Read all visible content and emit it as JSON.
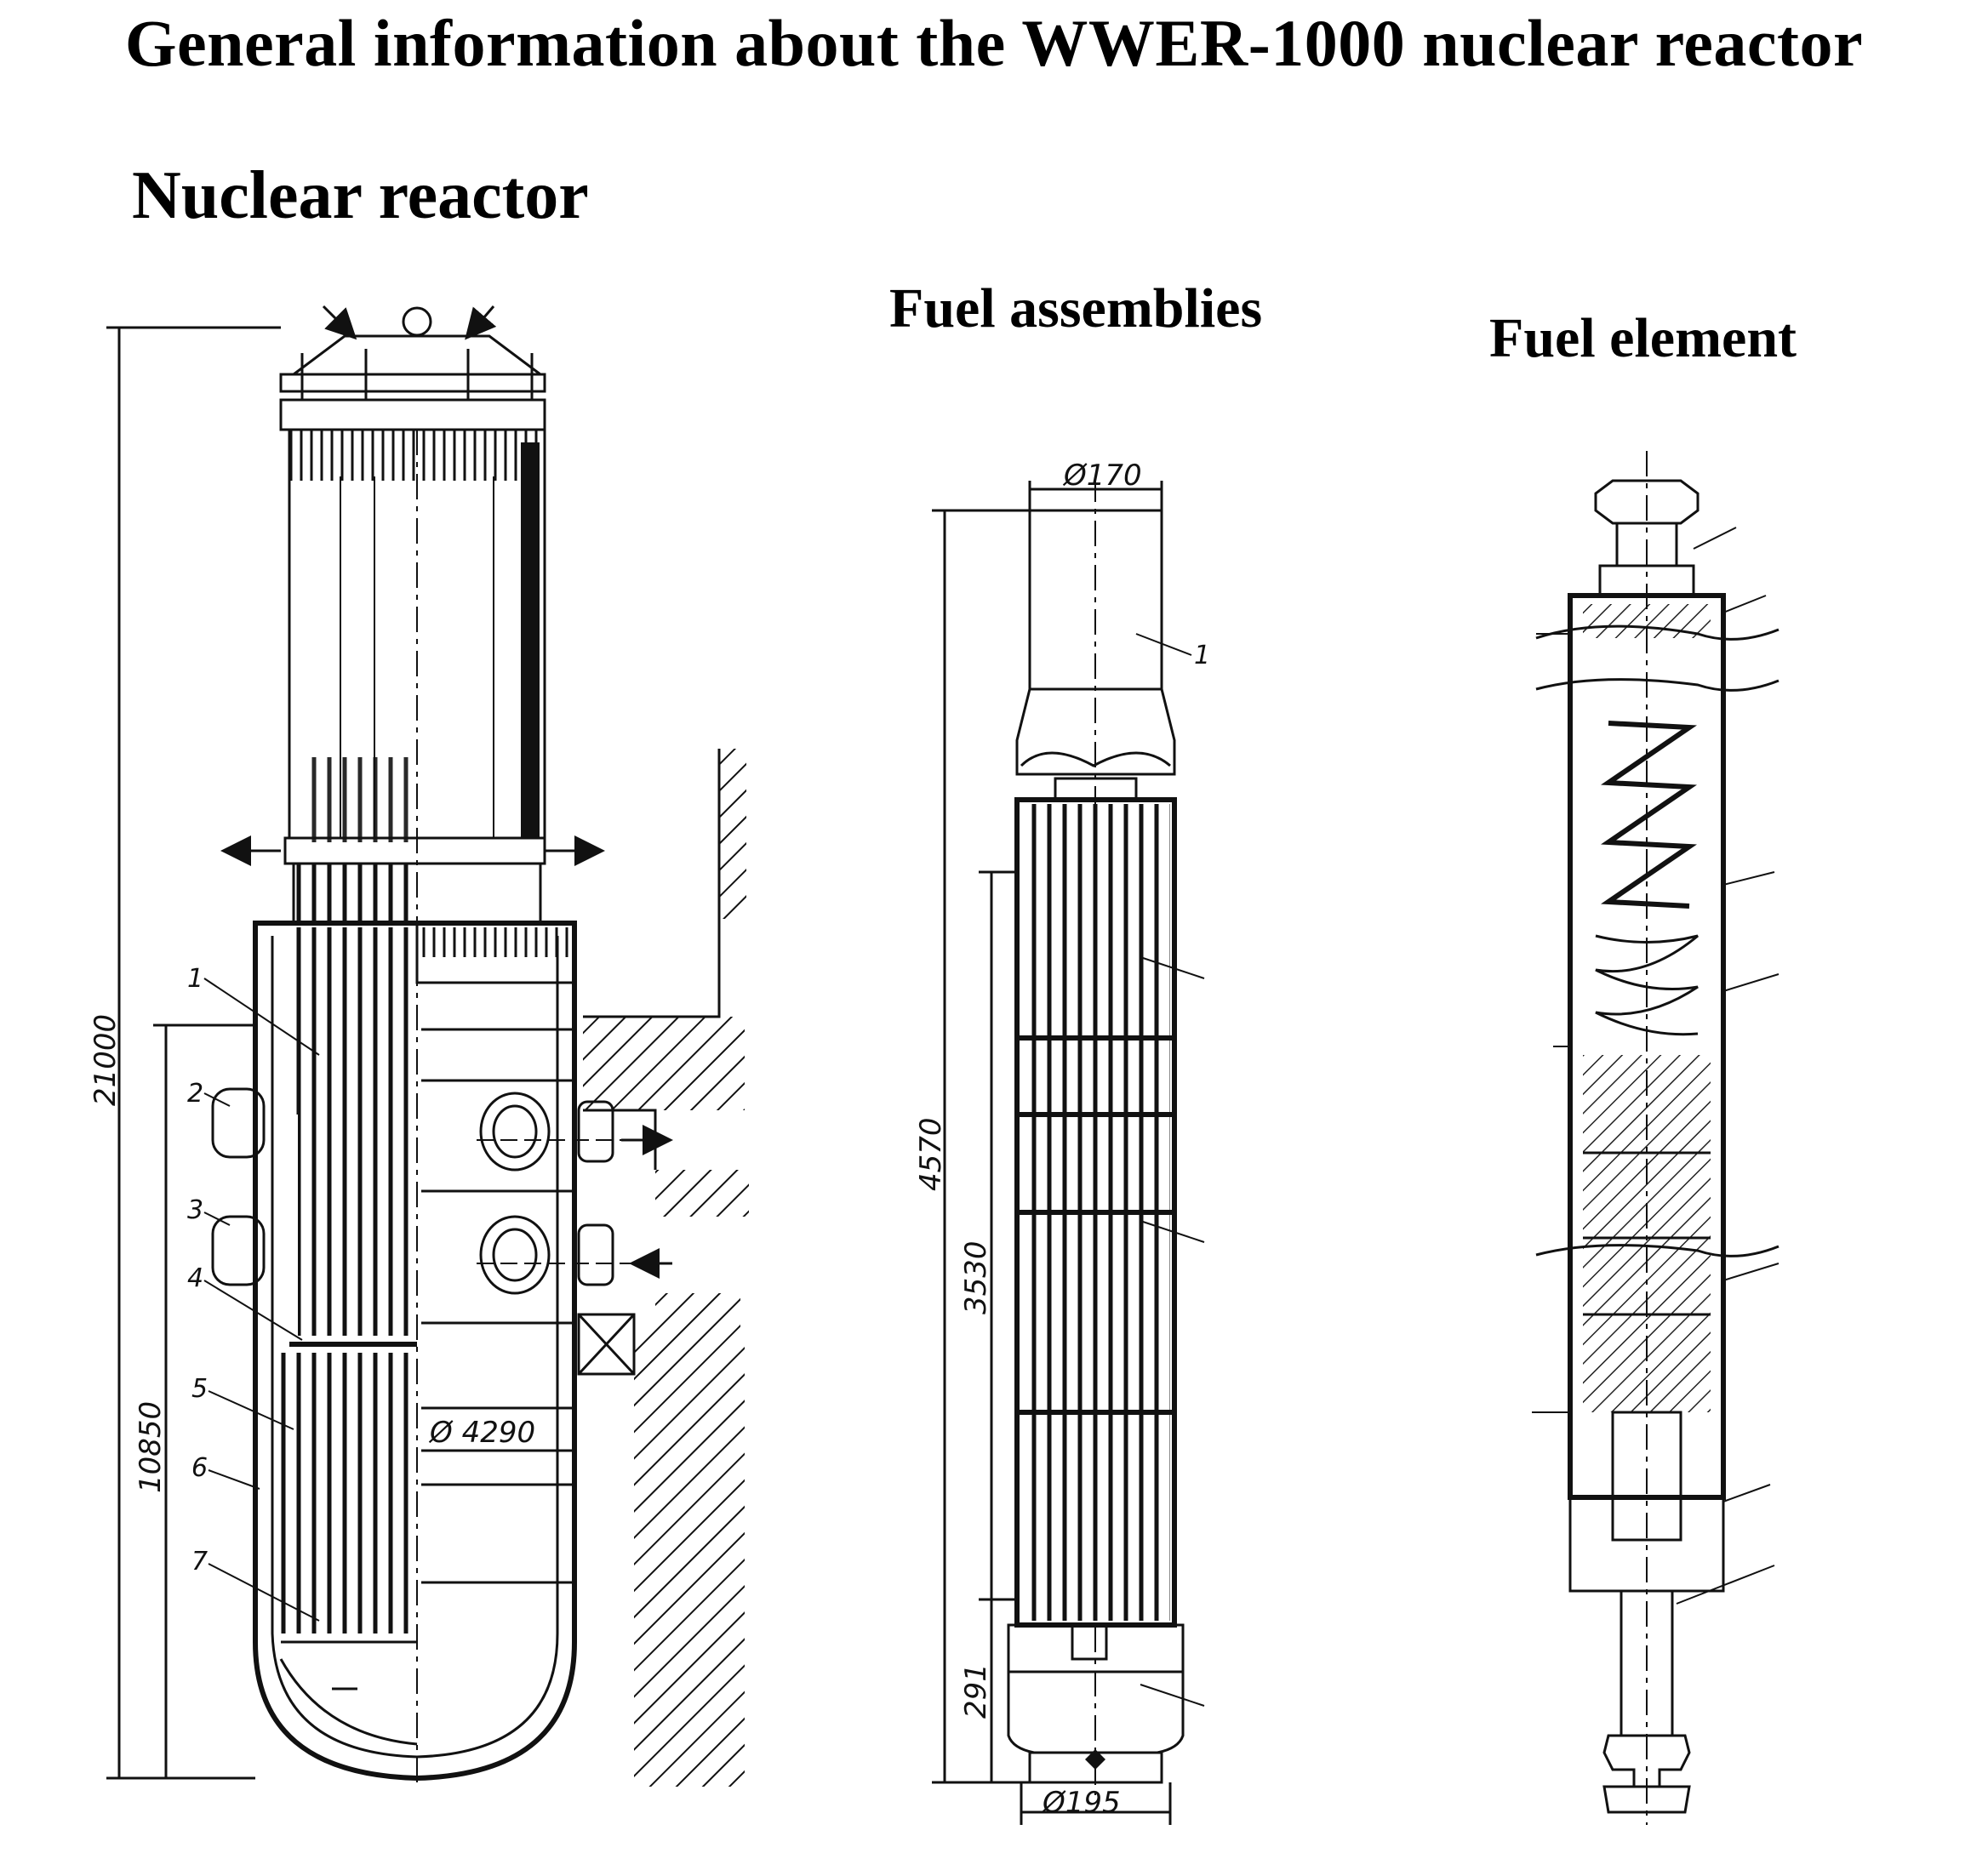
{
  "title": "General information about the WWER-1000 nuclear reactor",
  "sections": {
    "reactor": {
      "heading": "Nuclear reactor",
      "dims": {
        "total_height": "21000",
        "lower_height": "10850",
        "diameter": "Ø 4290"
      },
      "callouts": [
        "1",
        "2",
        "3",
        "4",
        "5",
        "6",
        "7"
      ]
    },
    "fuel_assemblies": {
      "heading": "Fuel assemblies",
      "dims": {
        "top_diameter": "Ø170",
        "total_length": "4570",
        "active_length": "3530",
        "bottom_length": "291",
        "bottom_diameter": "Ø195"
      },
      "callouts": [
        "1"
      ]
    },
    "fuel_element": {
      "heading": "Fuel element"
    }
  }
}
